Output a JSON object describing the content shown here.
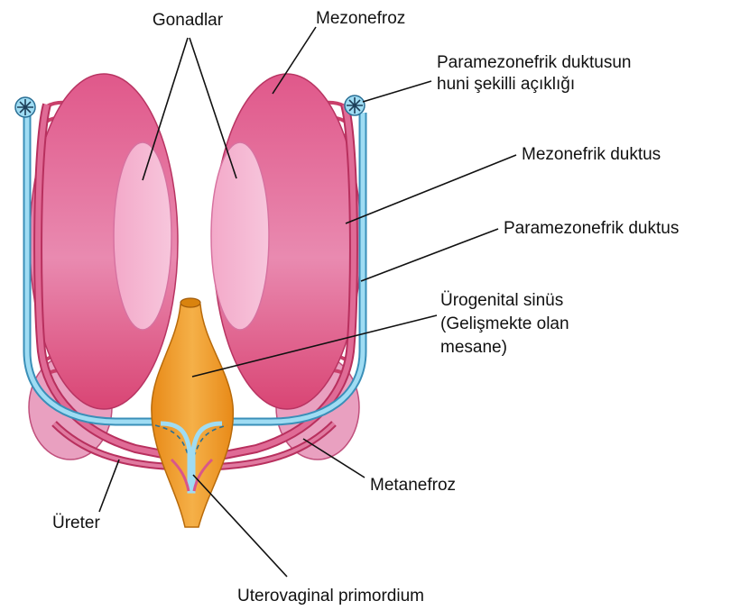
{
  "labels": {
    "gonads": "Gonadlar",
    "mesonephros": "Mezonefroz",
    "paramesonephric_funnel_line1": "Paramezonefrik duktusun",
    "paramesonephric_funnel_line2": "huni şekilli açıklığı",
    "mesonephric_duct": "Mezonefrik duktus",
    "paramesonephric_duct": "Paramezonefrik duktus",
    "urogenital_sinus_line1": "Ürogenital sinüs",
    "urogenital_sinus_line2": "(Gelişmekte olan",
    "urogenital_sinus_line3": "mesane)",
    "metanephros": "Metanefroz",
    "ureter": "Üreter",
    "uterovaginal_primordium": "Uterovaginal primordium"
  },
  "colors": {
    "mesonephros": "#d94f7e",
    "gonad": "#f2aacb",
    "metanephros": "#e79bbd",
    "paramesonephric_duct": "#8fd3ec",
    "mesonephric_duct": "#c93f6a",
    "urogenital_sinus": "#f0a030"
  }
}
